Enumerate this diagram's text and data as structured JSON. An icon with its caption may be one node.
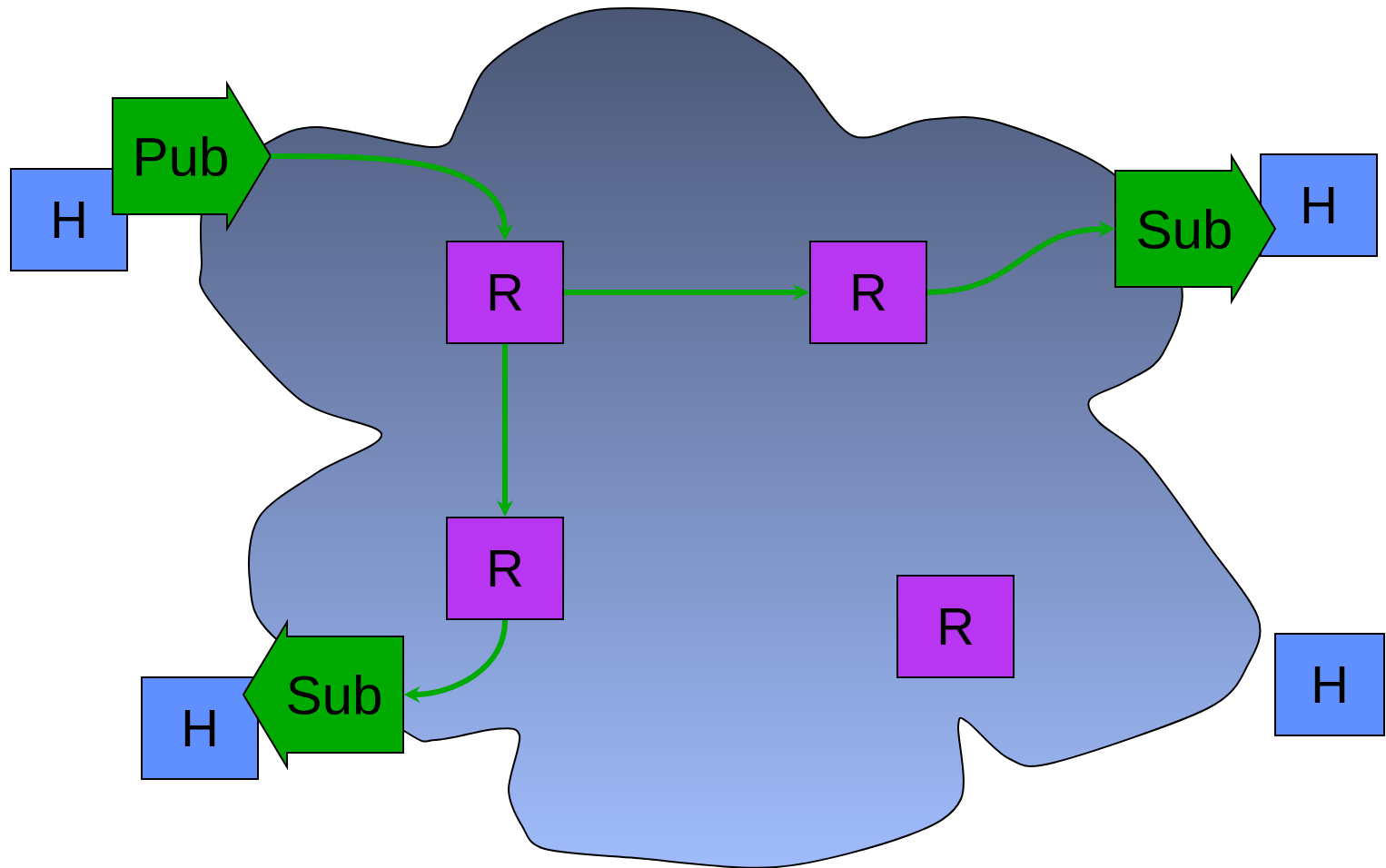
{
  "diagram": {
    "nodes": [
      {
        "text": [],
        "shape": "cloud"
      },
      {
        "text": [
          "H"
        ]
      },
      {
        "text": [
          "Pub"
        ]
      },
      {
        "text": [
          "R"
        ],
        "in": 0
      },
      {
        "text": [
          "R"
        ],
        "in": 0
      },
      {
        "text": [
          "Sub"
        ]
      },
      {
        "text": [
          "H"
        ]
      },
      {
        "text": [
          "R"
        ],
        "in": 0
      },
      {
        "text": [
          "Sub"
        ]
      },
      {
        "text": [
          "H"
        ]
      },
      {
        "text": [
          "R"
        ],
        "in": 0
      },
      {
        "text": [
          "H"
        ]
      }
    ],
    "edges": [
      {
        "from": 2,
        "to": 3,
        "arrow": "to"
      },
      {
        "from": 3,
        "to": 4,
        "arrow": "to"
      },
      {
        "from": 3,
        "to": 7,
        "arrow": "to"
      },
      {
        "from": 4,
        "to": 5,
        "arrow": "to"
      },
      {
        "from": 7,
        "to": 8,
        "arrow": "to"
      }
    ]
  }
}
